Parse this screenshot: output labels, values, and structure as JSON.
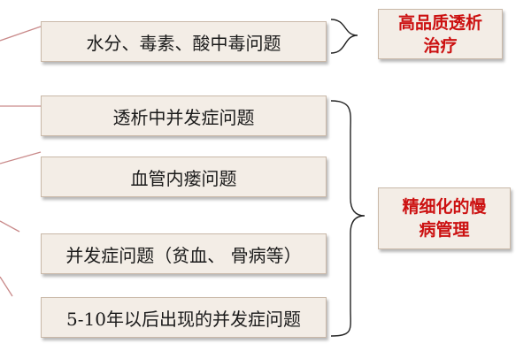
{
  "problems": [
    {
      "label": "水分、毒素、酸中毒问题"
    },
    {
      "label": "透析中并发症问题"
    },
    {
      "label": "血管内瘘问题"
    },
    {
      "label": "并发症问题（贫血、 骨病等）"
    },
    {
      "label": "5-10年以后出现的并发症问题"
    }
  ],
  "solutions": [
    {
      "lines": [
        "高品质透析",
        "治疗"
      ]
    },
    {
      "lines": [
        "精细化的慢",
        "病管理"
      ]
    }
  ],
  "colors": {
    "box_fill": "#f3ede6",
    "box_border": "#c9b8a8",
    "solution_text": "#cc1111",
    "connector_left": "#c98a8a",
    "bracket": "#222222"
  }
}
